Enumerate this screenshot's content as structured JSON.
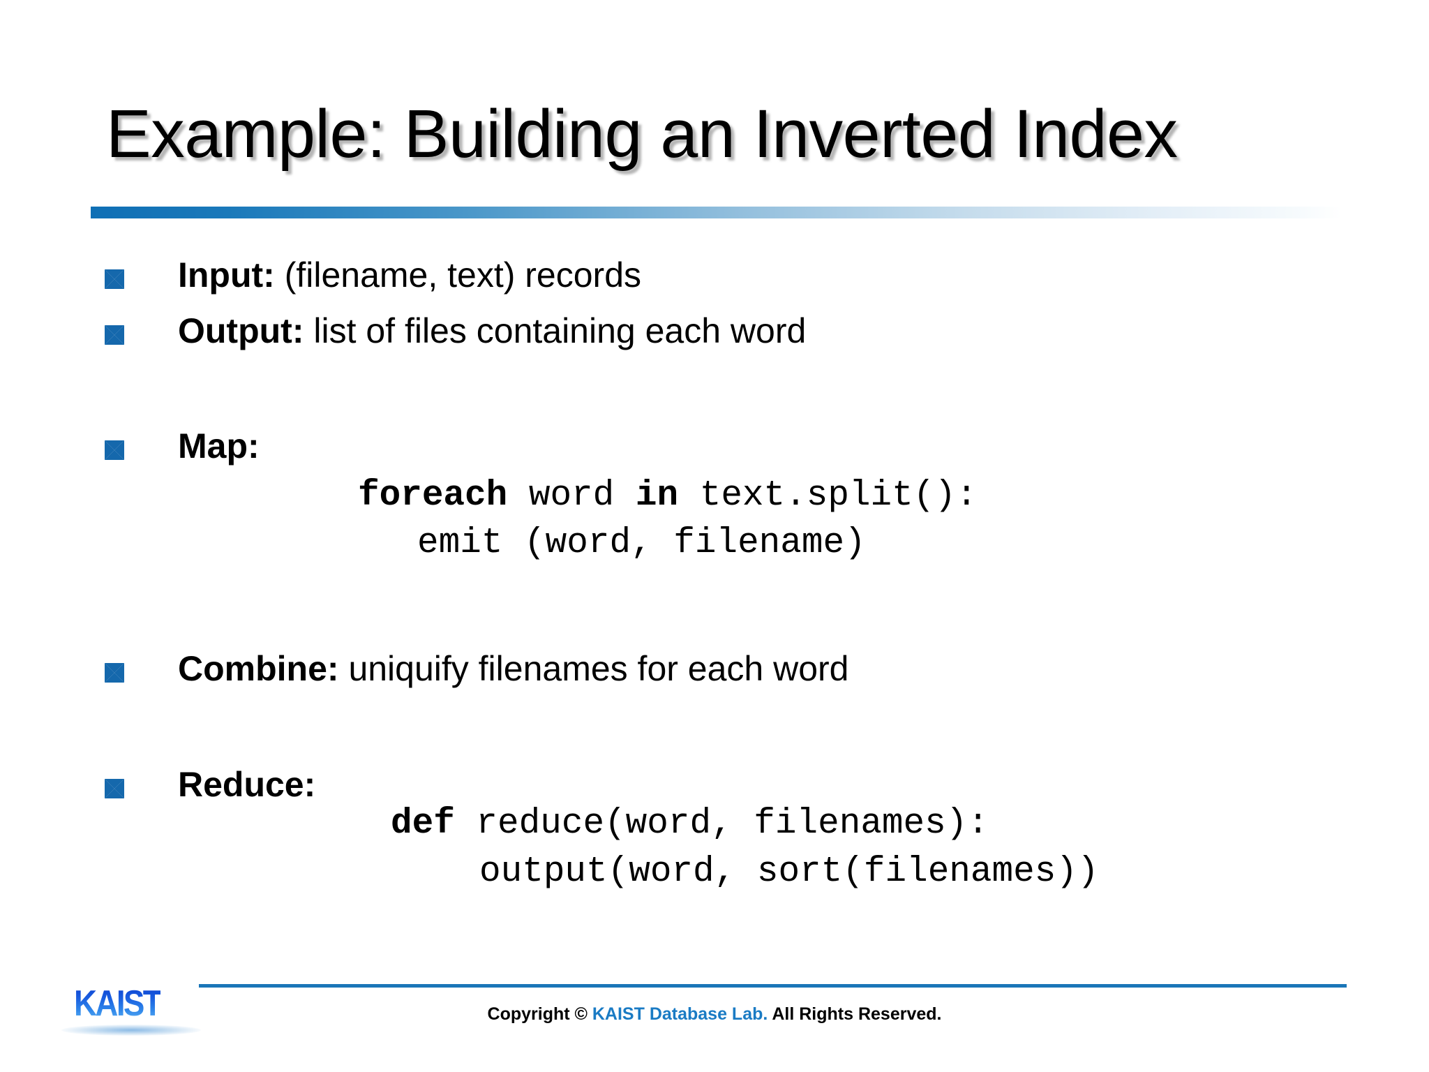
{
  "slide": {
    "title": "Example: Building an Inverted Index",
    "accent_color": "#1568ac",
    "rule_color": "#0f6fb5",
    "background": "#ffffff"
  },
  "bullets": [
    {
      "label": "Input:",
      "text": " (filename, text) records"
    },
    {
      "label": "Output:",
      "text": " list of files containing each word"
    },
    {
      "label": "Map:",
      "text": ""
    },
    {
      "label": "Combine:",
      "text": " uniquify filenames for each word"
    },
    {
      "label": "Reduce:",
      "text": ""
    }
  ],
  "code_map": {
    "line1_keyword": "foreach",
    "line1_mid": " word ",
    "line1_keyword2": "in",
    "line1_rest": " text.split():",
    "line2": "emit (word, filename)"
  },
  "code_reduce": {
    "line1_keyword": "def",
    "line1_rest": " reduce(word, filenames):",
    "line2": "output(word, sort(filenames))"
  },
  "footer": {
    "logo_text": "KAIST",
    "copyright_prefix": "Copyright © ",
    "copyright_accent": "KAIST Database Lab.",
    "copyright_suffix": " All Rights Reserved.",
    "accent_color": "#1a7bc4"
  }
}
